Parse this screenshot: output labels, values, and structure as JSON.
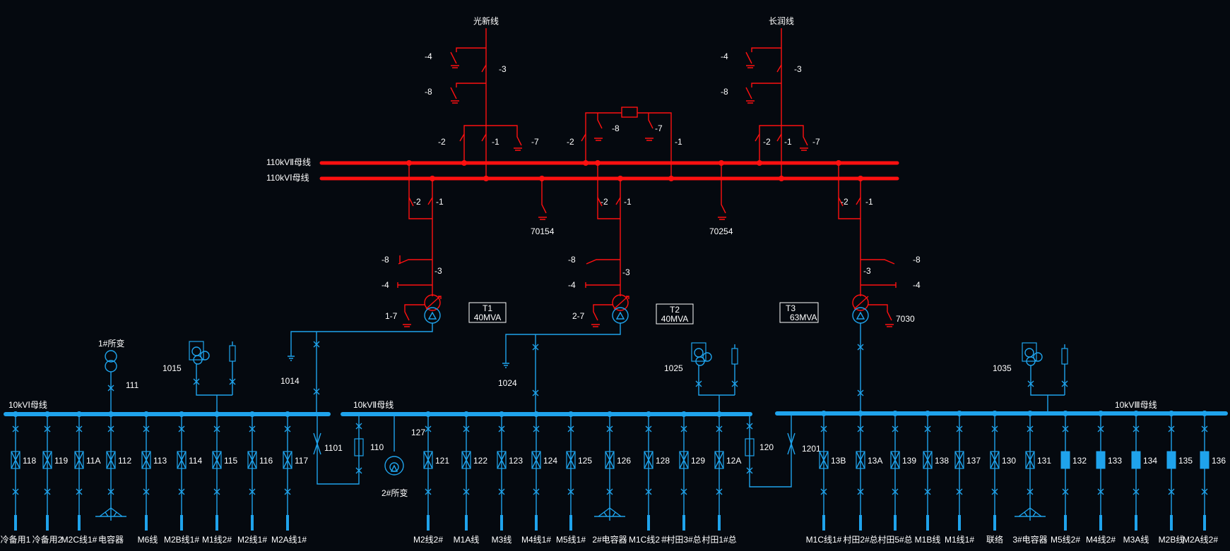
{
  "lines_110kv": {
    "left": "光新线",
    "right": "长润线"
  },
  "buses": {
    "hv2": "110kVⅡ母线",
    "hv1": "110kVⅠ母线",
    "lv1": "10kVⅠ母线",
    "lv2": "10kVⅡ母线",
    "lv3": "10kVⅢ母线"
  },
  "switch_labels": {
    "s4": "-4",
    "s8": "-8",
    "s3": "-3",
    "s2": "-2",
    "s1": "-1",
    "s7": "-7"
  },
  "pt_grounds": {
    "a": "70154",
    "b": "70254"
  },
  "transformers": [
    {
      "name": "T1",
      "rating": "40MVA",
      "ground": "1-7"
    },
    {
      "name": "T2",
      "rating": "40MVA",
      "ground": "2-7"
    },
    {
      "name": "T3",
      "rating": "63MVA",
      "ground": "7030"
    }
  ],
  "lv_ground": {
    "t1": "1014",
    "t2": "1024"
  },
  "station_service": {
    "s1": "1#所变",
    "s1_breaker": "111",
    "s2": "2#所变",
    "s2_breaker": "127"
  },
  "pt_cabinets": {
    "lv1": "1015",
    "lv2": "1025",
    "lv3": "1035"
  },
  "bus_ties": {
    "t1": "1101",
    "t1b": "110",
    "t2": "120",
    "t2b": "1201"
  },
  "feeders_lv1": [
    {
      "no": "118",
      "name": "冷备用1"
    },
    {
      "no": "119",
      "name": "冷备用2"
    },
    {
      "no": "11A",
      "name": "M2C线1#"
    },
    {
      "no": "112",
      "name": "电容器"
    },
    {
      "no": "113",
      "name": "M6线"
    },
    {
      "no": "114",
      "name": "M2B线1#"
    },
    {
      "no": "115",
      "name": "M1线2#"
    },
    {
      "no": "116",
      "name": "M2线1#"
    },
    {
      "no": "117",
      "name": "M2A线1#"
    }
  ],
  "feeders_lv2": [
    {
      "no": "121",
      "name": "M2线2#"
    },
    {
      "no": "122",
      "name": "M1A线"
    },
    {
      "no": "123",
      "name": "M3线"
    },
    {
      "no": "124",
      "name": "M4线1#"
    },
    {
      "no": "125",
      "name": "M5线1#"
    },
    {
      "no": "126",
      "name": "2#电容器"
    },
    {
      "no": "128",
      "name": "M1C线2＃"
    },
    {
      "no": "129",
      "name": "村田3#总"
    },
    {
      "no": "12A",
      "name": "村田1#总"
    }
  ],
  "feeders_lv3": [
    {
      "no": "13B",
      "name": "M1C线1#"
    },
    {
      "no": "13A",
      "name": "村田2#总"
    },
    {
      "no": "139",
      "name": "村田5#总"
    },
    {
      "no": "138",
      "name": "M1B线"
    },
    {
      "no": "137",
      "name": "M1线1#"
    },
    {
      "no": "130",
      "name": "联络"
    },
    {
      "no": "131",
      "name": "3#电容器"
    },
    {
      "no": "132",
      "name": "M5线2#"
    },
    {
      "no": "133",
      "name": "M4线2#"
    },
    {
      "no": "134",
      "name": "M3A线"
    },
    {
      "no": "135",
      "name": "M2B线"
    },
    {
      "no": "136",
      "name": "M2A线2#"
    }
  ]
}
